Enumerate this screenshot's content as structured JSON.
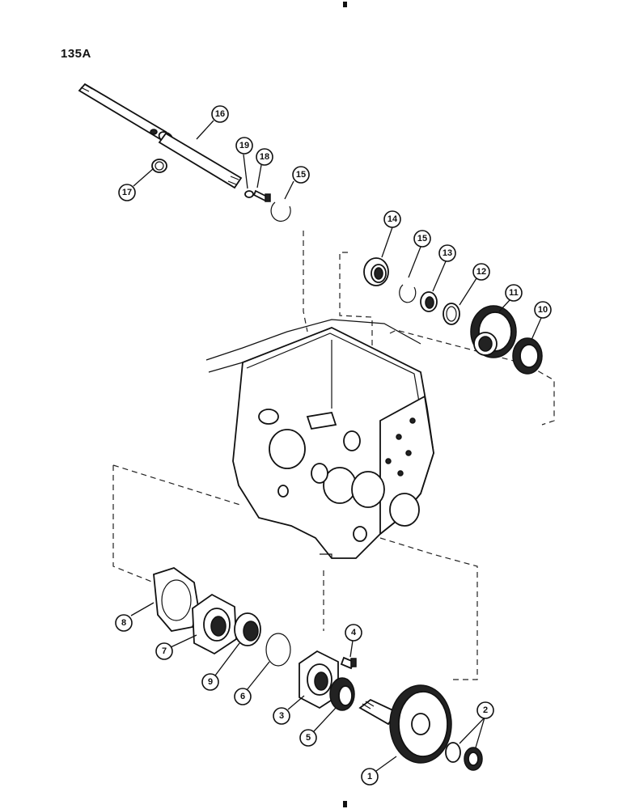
{
  "page_label": "135A",
  "callouts": [
    {
      "id": "c16",
      "label": "16"
    },
    {
      "id": "c17",
      "label": "17"
    },
    {
      "id": "c19",
      "label": "19"
    },
    {
      "id": "c18",
      "label": "18"
    },
    {
      "id": "c15a",
      "label": "15"
    },
    {
      "id": "c14",
      "label": "14"
    },
    {
      "id": "c15b",
      "label": "15"
    },
    {
      "id": "c13",
      "label": "13"
    },
    {
      "id": "c12",
      "label": "12"
    },
    {
      "id": "c11",
      "label": "11"
    },
    {
      "id": "c10",
      "label": "10"
    },
    {
      "id": "c8",
      "label": "8"
    },
    {
      "id": "c7",
      "label": "7"
    },
    {
      "id": "c9",
      "label": "9"
    },
    {
      "id": "c6",
      "label": "6"
    },
    {
      "id": "c4",
      "label": "4"
    },
    {
      "id": "c3",
      "label": "3"
    },
    {
      "id": "c5",
      "label": "5"
    },
    {
      "id": "c2",
      "label": "2"
    },
    {
      "id": "c1",
      "label": "1"
    }
  ]
}
